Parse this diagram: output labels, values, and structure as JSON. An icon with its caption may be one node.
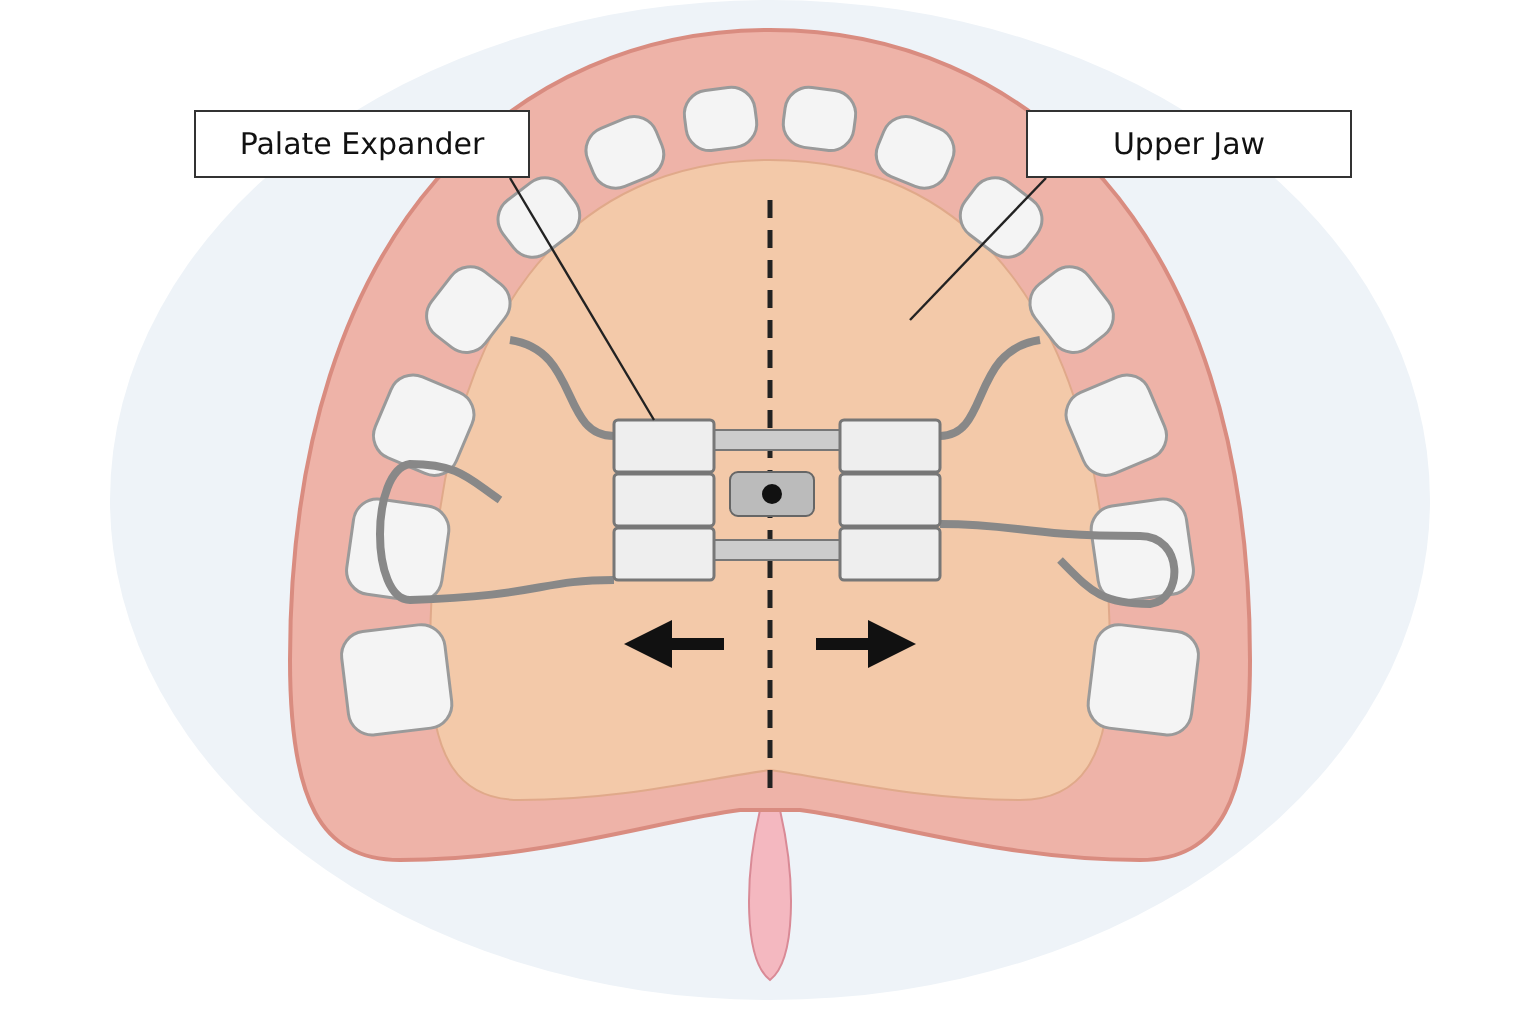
{
  "diagram": {
    "nodes": [
      {
        "text": [
          "Palate Expander"
        ]
      },
      {
        "text": [
          "Upper Jaw"
        ]
      },
      {
        "text": [],
        "shape": "picture"
      },
      {
        "text": [],
        "shape": "picture"
      }
    ],
    "edges": [
      {
        "from": 0,
        "to": 2,
        "arrow": "none"
      },
      {
        "from": 1,
        "to": 3,
        "arrow": "none"
      }
    ]
  }
}
